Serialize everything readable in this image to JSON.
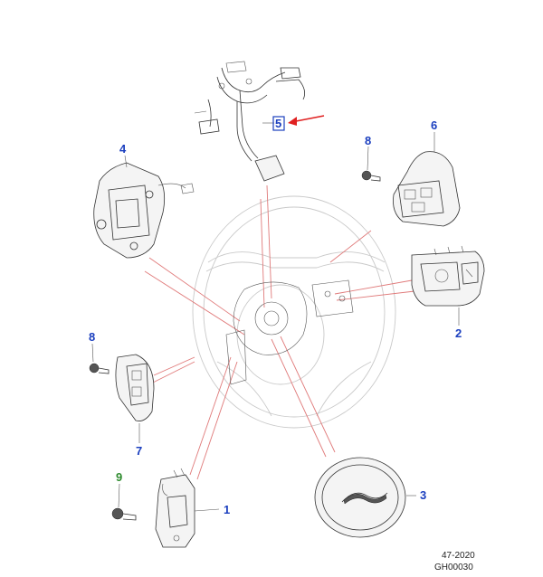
{
  "callouts": {
    "c1": {
      "label": "1",
      "color": "#1b3fbf"
    },
    "c2": {
      "label": "2",
      "color": "#1b3fbf"
    },
    "c3": {
      "label": "3",
      "color": "#1b3fbf"
    },
    "c4": {
      "label": "4",
      "color": "#1b3fbf"
    },
    "c5": {
      "label": "5",
      "color": "#1b3fbf"
    },
    "c6": {
      "label": "6",
      "color": "#1b3fbf"
    },
    "c7": {
      "label": "7",
      "color": "#1b3fbf"
    },
    "c8a": {
      "label": "8",
      "color": "#1b3fbf"
    },
    "c8b": {
      "label": "8",
      "color": "#1b3fbf"
    },
    "c9": {
      "label": "9",
      "color": "#2e8b2e"
    }
  },
  "highlight_arrow_color": "#e02020",
  "leader_color": "#e07a7a",
  "footer": {
    "code": "47-2020",
    "ref": "GH00030"
  }
}
